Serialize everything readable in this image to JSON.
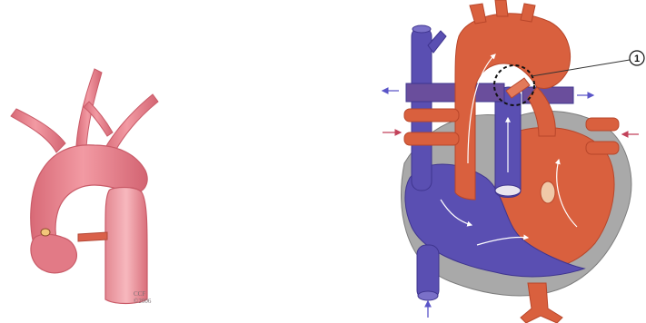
{
  "left_figure": {
    "credit_mark": "CCF",
    "credit_year": "©2006"
  },
  "right_figure": {
    "callout_marker": "1"
  },
  "colors": {
    "aorta_pink": "#e9808a",
    "aorta_pink_dark": "#c95b68",
    "aorta_highlight": "#f6b3b9",
    "venous_blue": "#5a4fb2",
    "venous_blue_dark": "#3f358f",
    "arterial_red": "#d9603e",
    "arterial_red_dark": "#b8462a",
    "wall_grey": "#a9a9a9",
    "arrow_red": "#c2425a",
    "arrow_blue": "#5a55c8"
  }
}
